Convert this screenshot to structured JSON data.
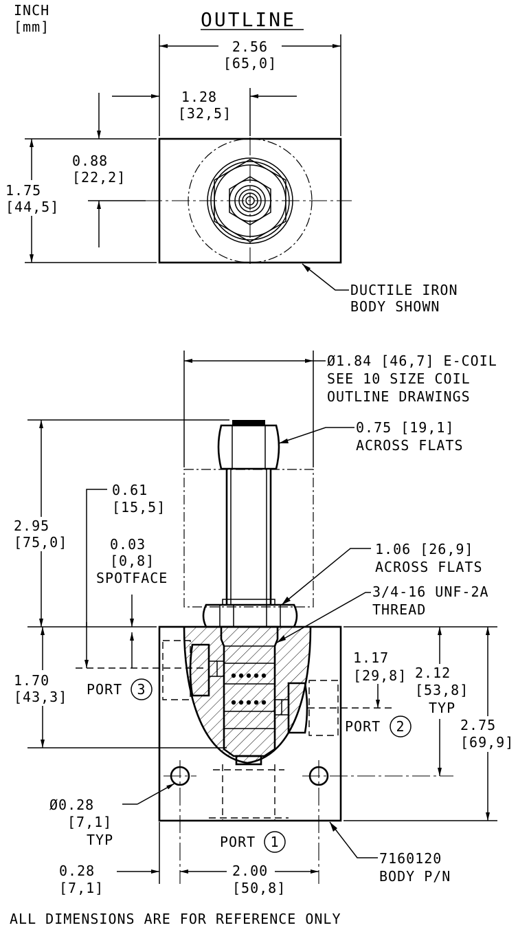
{
  "units": {
    "inch": "INCH",
    "mm": "[mm]"
  },
  "title": "OUTLINE",
  "top_view": {
    "width": {
      "in": "2.56",
      "mm": "[65,0]"
    },
    "center_x": {
      "in": "1.28",
      "mm": "[32,5]"
    },
    "center_y": {
      "in": "0.88",
      "mm": "[22,2]"
    },
    "height": {
      "in": "1.75",
      "mm": "[44,5]"
    },
    "note_line1": "DUCTILE IRON",
    "note_line2": "BODY SHOWN"
  },
  "side_view": {
    "coil_line1": "Ø1.84 [46,7] E-COIL",
    "coil_line2": "SEE 10 SIZE COIL",
    "coil_line3": "OUTLINE DRAWINGS",
    "nut_flats_line1": "0.75 [19,1]",
    "nut_flats_line2": "ACROSS FLATS",
    "stem_height": {
      "in": "2.95",
      "mm": "[75,0]"
    },
    "port3_depth": {
      "in": "0.61",
      "mm": "[15,5]"
    },
    "spotface": {
      "in": "0.03",
      "mm": "[0,8]",
      "label": "SPOTFACE"
    },
    "hex_flats_line1": "1.06 [26,9]",
    "hex_flats_line2": "ACROSS FLATS",
    "thread_line1": "3/4-16 UNF-2A",
    "thread_line2": "THREAD",
    "cavity_depth": {
      "in": "1.70",
      "mm": "[43,3]"
    },
    "port2_depth": {
      "in": "1.17",
      "mm": "[29,8]"
    },
    "mount_depth": {
      "in": "2.12",
      "mm": "[53,8]",
      "typ": "TYP"
    },
    "body_height": {
      "in": "2.75",
      "mm": "[69,9]"
    },
    "port3_label": "PORT",
    "port3_num": "3",
    "port2_label": "PORT",
    "port2_num": "2",
    "port1_label": "PORT",
    "port1_num": "1",
    "hole_dia": {
      "in": "Ø0.28",
      "mm": "[7,1]",
      "typ": "TYP"
    },
    "hole_edge": {
      "in": "0.28",
      "mm": "[7,1]"
    },
    "hole_spacing": {
      "in": "2.00",
      "mm": "[50,8]"
    },
    "body_pn_line1": "7160120",
    "body_pn_line2": "BODY P/N"
  },
  "footer": "ALL DIMENSIONS ARE FOR REFERENCE ONLY"
}
